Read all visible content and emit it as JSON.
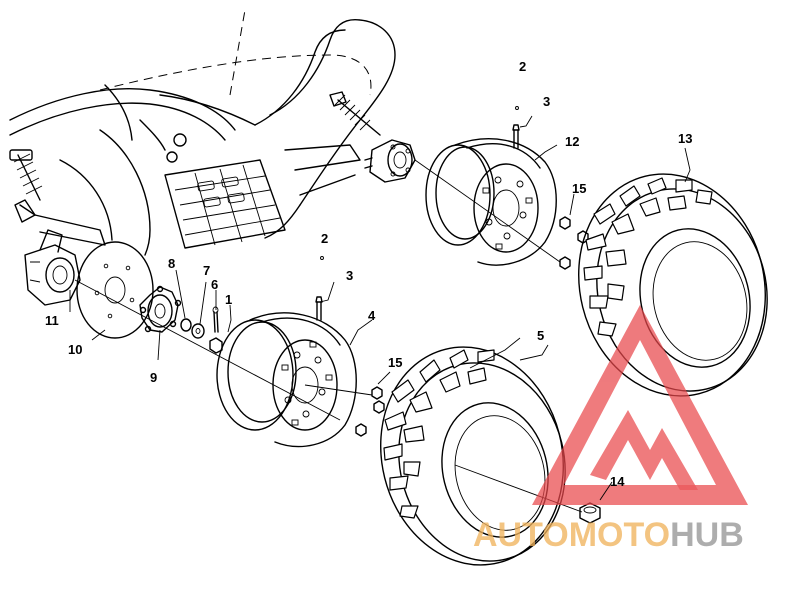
{
  "callouts": [
    {
      "id": "c1",
      "label": "1"
    },
    {
      "id": "c2a",
      "label": "2"
    },
    {
      "id": "c2b",
      "label": "2"
    },
    {
      "id": "c3a",
      "label": "3"
    },
    {
      "id": "c3b",
      "label": "3"
    },
    {
      "id": "c4",
      "label": "4"
    },
    {
      "id": "c5",
      "label": "5"
    },
    {
      "id": "c6",
      "label": "6"
    },
    {
      "id": "c7",
      "label": "7"
    },
    {
      "id": "c8",
      "label": "8"
    },
    {
      "id": "c9",
      "label": "9"
    },
    {
      "id": "c10",
      "label": "10"
    },
    {
      "id": "c11",
      "label": "11"
    },
    {
      "id": "c12",
      "label": "12"
    },
    {
      "id": "c13",
      "label": "13"
    },
    {
      "id": "c14",
      "label": "14"
    },
    {
      "id": "c15a",
      "label": "15"
    },
    {
      "id": "c15b",
      "label": "15"
    }
  ],
  "watermark": {
    "part1": "AUTO",
    "part2": "MOTO",
    "part3": "HUB",
    "colors": {
      "triangle": "#e8474b",
      "accent": "#f0b25a",
      "text_dark": "#9a9a9a"
    }
  }
}
